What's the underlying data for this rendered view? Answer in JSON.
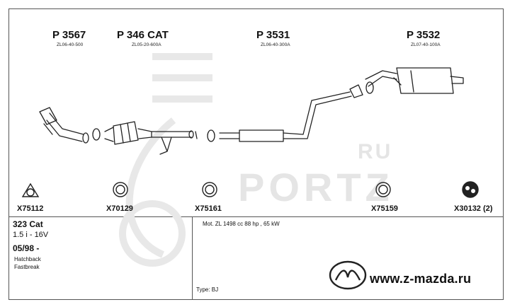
{
  "watermark": {
    "primary": "PORTZ",
    "secondary": "RU"
  },
  "parts": [
    {
      "code": "P 3567",
      "ref": "ZL06-40-500"
    },
    {
      "code": "P 346 CAT",
      "ref": "ZL05-20-600A"
    },
    {
      "code": "P 3531",
      "ref": "ZL06-40-300A"
    },
    {
      "code": "P 3532",
      "ref": "ZL07-40-100A"
    }
  ],
  "accessories": [
    {
      "code": "X75112",
      "icon": "gasket-triangle-icon"
    },
    {
      "code": "X70129",
      "icon": "ring-gasket-icon"
    },
    {
      "code": "X75161",
      "icon": "ring-gasket-icon"
    },
    {
      "code": "X75159",
      "icon": "ring-gasket-icon"
    },
    {
      "code": "X30132 (2)",
      "icon": "rubber-mount-icon"
    }
  ],
  "vehicle": {
    "model": "323 Cat",
    "engine": "1.5 i - 16V",
    "date": "05/98 -",
    "body1": "Hatchback",
    "body2": "Fastbreak"
  },
  "motor": "Mot. ZL 1498 cc 88 hp , 65 kW",
  "type": "Type: BJ",
  "site": "www.z-mazda.ru",
  "colors": {
    "line": "#555555",
    "text": "#111111",
    "watermark": "#e5e5e5"
  }
}
